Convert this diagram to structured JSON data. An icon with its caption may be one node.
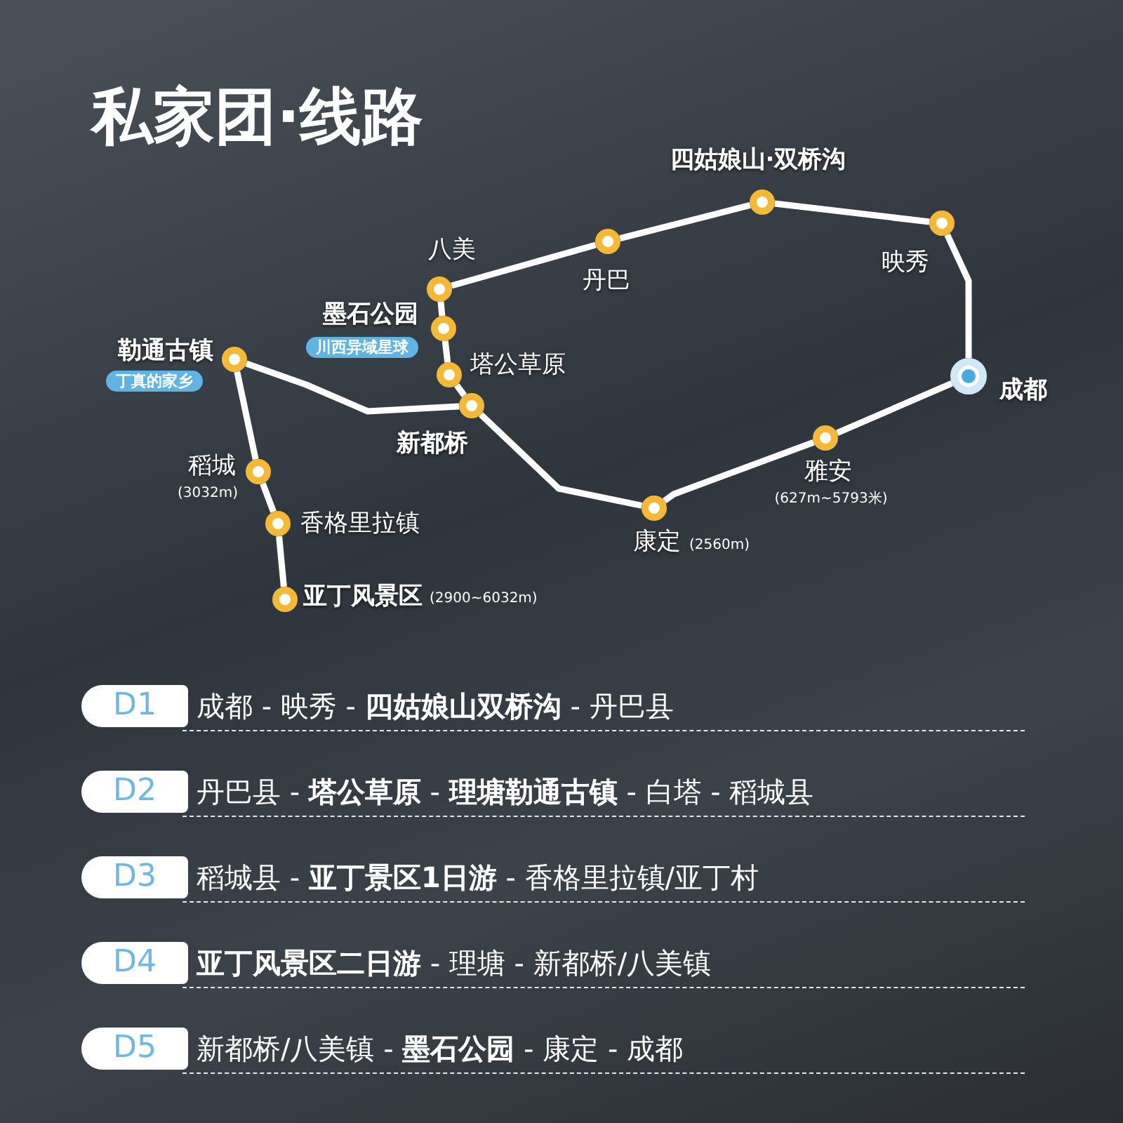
{
  "diagram": {
    "title": "私家团·线路",
    "nodes": [
      {
        "text": [
          "四姑娘山·双桥沟"
        ]
      },
      {
        "text": [
          "映秀"
        ]
      },
      {
        "text": [
          "八美"
        ]
      },
      {
        "text": [
          "丹巴"
        ]
      },
      {
        "text": [
          "墨石公园"
        ],
        "beside": [
          "川西异域星球"
        ]
      },
      {
        "text": [
          "勒通古镇"
        ],
        "beside": [
          "丁真的家乡"
        ]
      },
      {
        "text": [
          "塔公草原"
        ]
      },
      {
        "text": [
          "成都"
        ]
      },
      {
        "text": [
          "新都桥"
        ]
      },
      {
        "text": [
          "稻城"
        ],
        "beside": [
          "(3032m)"
        ]
      },
      {
        "text": [
          "雅安"
        ],
        "beside": [
          "(627m~5793米)"
        ]
      },
      {
        "text": [
          "康定"
        ],
        "beside": [
          "(2560m)"
        ]
      },
      {
        "text": [
          "香格里拉镇"
        ]
      },
      {
        "text": [
          "亚丁风景区"
        ]
      }
    ],
    "edges": [
      {
        "from": 7,
        "to": 1,
        "arrow": "none"
      },
      {
        "from": 1,
        "to": 0,
        "arrow": "none"
      },
      {
        "from": 0,
        "to": 3,
        "arrow": "none"
      },
      {
        "from": 3,
        "to": 2,
        "arrow": "none"
      },
      {
        "from": 2,
        "to": 4,
        "arrow": "none"
      },
      {
        "from": 4,
        "to": 6,
        "arrow": "none"
      },
      {
        "from": 6,
        "to": 8,
        "arrow": "none"
      },
      {
        "from": 8,
        "to": 5,
        "arrow": "none"
      },
      {
        "from": 5,
        "to": 9,
        "arrow": "none"
      },
      {
        "from": 9,
        "to": 12,
        "arrow": "none"
      },
      {
        "from": 12,
        "to": 13,
        "arrow": "none"
      },
      {
        "from": 8,
        "to": 11,
        "arrow": "none"
      },
      {
        "from": 11,
        "to": 10,
        "arrow": "none"
      },
      {
        "from": 10,
        "to": 7,
        "arrow": "none"
      }
    ],
    "labels": [
      "(2900~6032m)",
      "D1",
      "成都 - 映秀 - **四姑娘山双桥沟** - 丹巴县",
      "D2",
      "丹巴县 - **塔公草原** - **理塘勒通古镇** - 白塔 - 稻城县",
      "D3",
      "稻城县 - **亚丁景区1日游** - 香格里拉镇/亚丁村",
      "D4",
      "**亚丁风景区二日游** - 理塘 - 新都桥/八美镇",
      "D5",
      "新都桥/八美镇 - **墨石公园** - 康定 - 成都"
    ]
  }
}
